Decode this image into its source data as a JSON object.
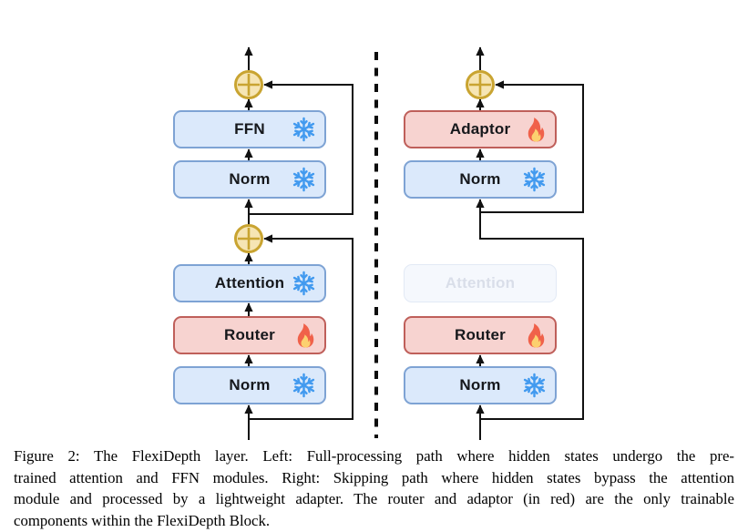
{
  "figure_caption": {
    "lines": [
      "Figure 2: The FlexiDepth layer. Left: Full-processing path where hidden states undergo the pre-",
      "trained attention and FFN modules. Right: Skipping path where hidden states bypass the attention",
      "module and processed by a lightweight adapter. The router and adaptor (in red) are the only trainable",
      "components within the FlexiDepth Block."
    ]
  },
  "diagram": {
    "left_column": {
      "name": "full-processing-path",
      "blocks": [
        {
          "label": "FFN",
          "state": "frozen",
          "icon": "snowflake"
        },
        {
          "label": "Norm",
          "state": "frozen",
          "icon": "snowflake"
        },
        {
          "label": "Attention",
          "state": "frozen",
          "icon": "snowflake"
        },
        {
          "label": "Router",
          "state": "trainable",
          "icon": "fire"
        },
        {
          "label": "Norm",
          "state": "frozen",
          "icon": "snowflake"
        }
      ]
    },
    "right_column": {
      "name": "skipping-path",
      "blocks": [
        {
          "label": "Adaptor",
          "state": "trainable",
          "icon": "fire"
        },
        {
          "label": "Norm",
          "state": "frozen",
          "icon": "snowflake"
        },
        {
          "label": "Attention",
          "state": "skipped",
          "icon": ""
        },
        {
          "label": "Router",
          "state": "trainable",
          "icon": "fire"
        },
        {
          "label": "Norm",
          "state": "frozen",
          "icon": "snowflake"
        }
      ]
    },
    "symbols": {
      "residual_add": "circled-plus",
      "frozen": "snowflake",
      "trainable": "flame"
    },
    "colors": {
      "frozen_fill": "#dbe9fb",
      "frozen_border": "#7ea3d4",
      "trainable_fill": "#f7d3d0",
      "trainable_border": "#bf5f5a",
      "skipped_fill": "#f5f8fd",
      "skipped_border": "#e2e9f5",
      "residual_fill": "#f6e5b4",
      "residual_border": "#c9a431",
      "snowflake_blue": "#429aef",
      "flame_red": "#f0614a",
      "flame_yellow": "#fcd06f",
      "wire_black": "#111111"
    }
  }
}
